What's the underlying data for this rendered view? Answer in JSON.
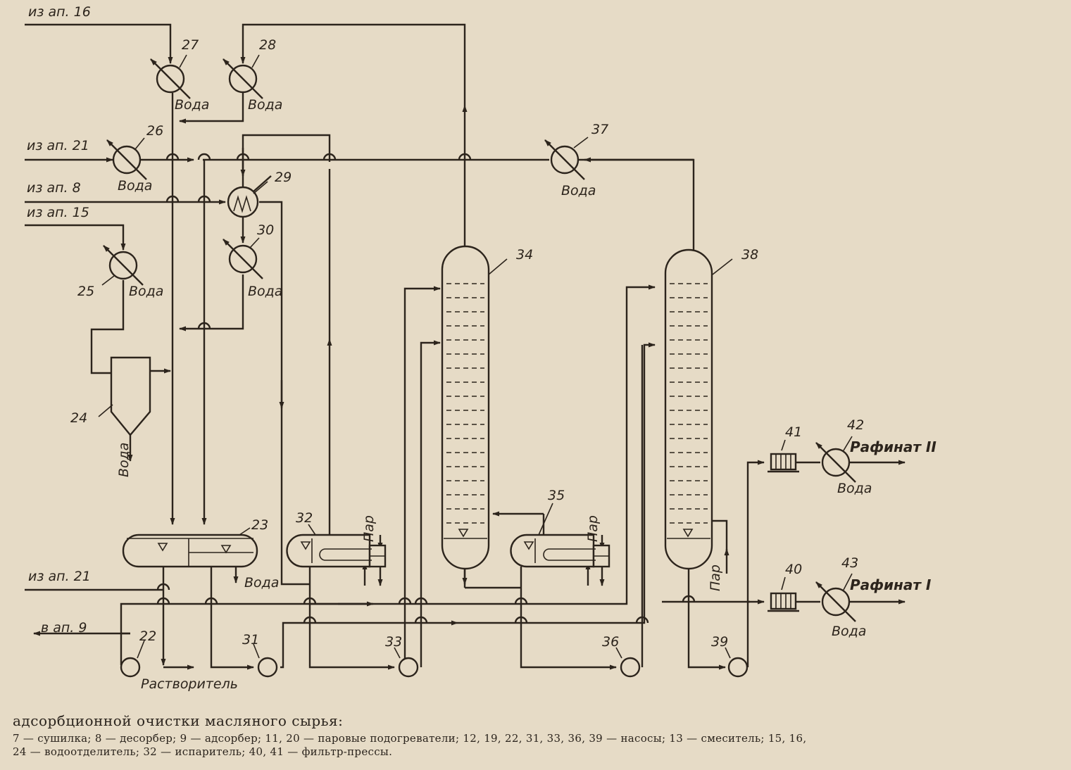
{
  "labels": {
    "from16": "из ап. 16",
    "from21a": "из ап. 21",
    "from8": "из ап. 8",
    "from15": "из ап. 15",
    "from21b": "из ап. 21",
    "to9": "в ап. 9",
    "water": "Вода",
    "steam": "Пар",
    "solvent": "Растворитель",
    "raffinate2": "Рафинат II",
    "raffinate1": "Рафинат I"
  },
  "numbers": {
    "n22": "22",
    "n23": "23",
    "n24": "24",
    "n25": "25",
    "n26": "26",
    "n27": "27",
    "n28": "28",
    "n29": "29",
    "n30": "30",
    "n31": "31",
    "n32": "32",
    "n33": "33",
    "n34": "34",
    "n35": "35",
    "n36": "36",
    "n37": "37",
    "n38": "38",
    "n39": "39",
    "n40": "40",
    "n41": "41",
    "n42": "42",
    "n43": "43"
  },
  "caption": {
    "title": "адсорбционной очистки масляного сырья:",
    "line1": "7 — сушилка;  8 — десорбер;  9 — адсорбер;  11, 20 — паровые подогреватели;  12, 19, 22, 31, 33, 36, 39 — насосы;  13 — смеситель;  15, 16,",
    "line2": "24 — водоотделитель;  32 — испаритель;  40, 41 — фильтр-прессы."
  }
}
